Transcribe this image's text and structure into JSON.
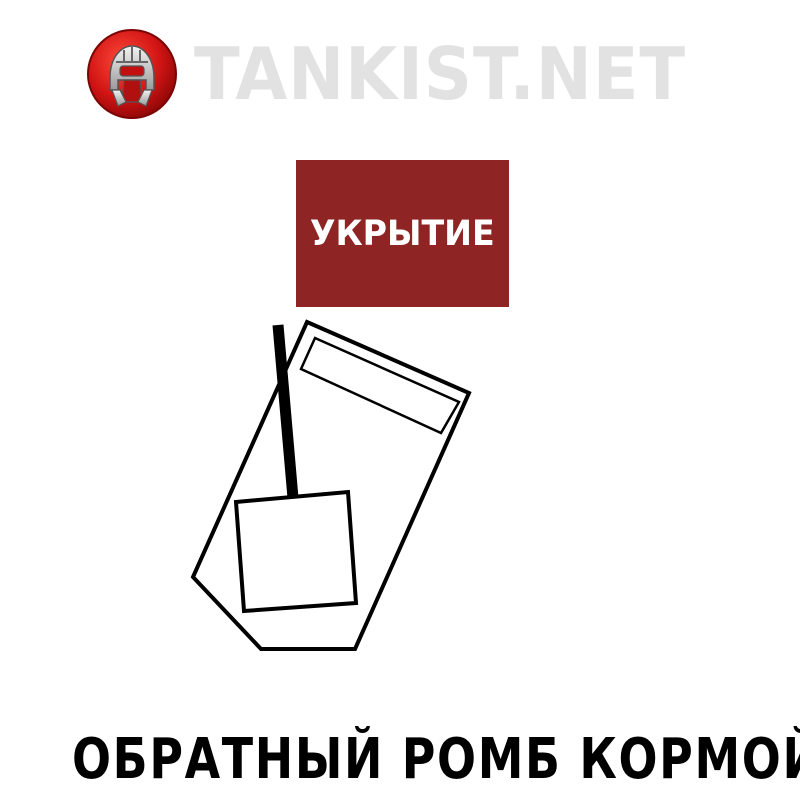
{
  "logo": {
    "text": "TANKIST.NET",
    "icon": "tank-helmet-icon",
    "badge_color": "#cc1111"
  },
  "cover_sign": {
    "label": "УКРЫТИЕ",
    "color": "#8e2424"
  },
  "diagram": {
    "tank_angle_deg": 22,
    "outline_color": "#000000"
  },
  "caption": {
    "text": "ОБРАТНЫЙ РОМБ КОРМОЙ"
  }
}
